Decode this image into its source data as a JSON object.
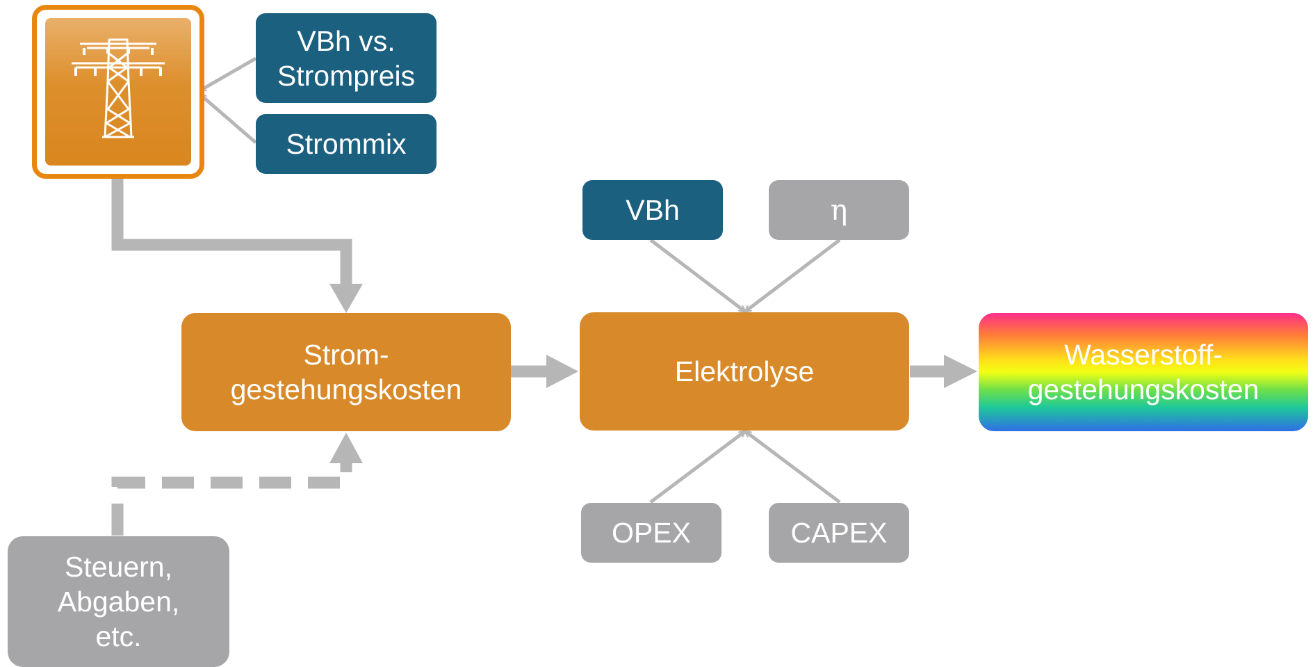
{
  "diagram": {
    "nodes": {
      "power_tower": {
        "icon": "power-tower-icon"
      },
      "vbh_vs_strompreis": {
        "label": "VBh vs.\nStrompreis"
      },
      "strommix": {
        "label": "Strommix"
      },
      "vbh": {
        "label": "VBh"
      },
      "eta": {
        "label": "η"
      },
      "stromgestehungskosten": {
        "label": "Strom-\ngestehungskosten"
      },
      "elektrolyse": {
        "label": "Elektrolyse"
      },
      "wasserstoffgestehungskosten": {
        "label": "Wasserstoff-\ngestehungskosten"
      },
      "opex": {
        "label": "OPEX"
      },
      "capex": {
        "label": "CAPEX"
      },
      "steuern": {
        "label": "Steuern,\nAbgaben,\netc."
      }
    },
    "colors": {
      "blue": "#1c6080",
      "grey": "#a6a6a8",
      "orange": "#d88a2a",
      "tower_border": "#e8870f",
      "connector": "#b6b6b6"
    }
  }
}
